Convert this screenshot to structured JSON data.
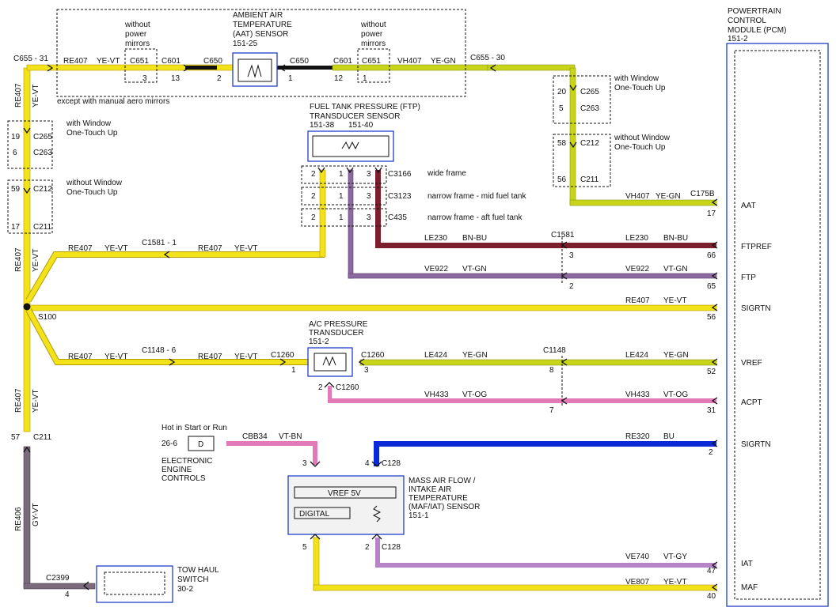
{
  "pcm": {
    "title1": "POWERTRAIN",
    "title2": "CONTROL",
    "title3": "MODULE (PCM)",
    "ref": "151-2"
  },
  "pcm_pins": {
    "aat": "AAT",
    "ftpref": "FTPREF",
    "ftp": "FTP",
    "sigrtn1": "SIGRTN",
    "vref": "VREF",
    "acpt": "ACPT",
    "sigrtn2": "SIGRTN",
    "iat": "IAT",
    "maf": "MAF",
    "n17": "17",
    "n66": "66",
    "n65": "65",
    "n56": "56",
    "n52": "52",
    "n31": "31",
    "n2": "2",
    "n47": "47",
    "n40": "40"
  },
  "aat": {
    "l1": "AMBIENT AIR",
    "l2": "TEMPERATURE",
    "l3": "(AAT) SENSOR",
    "ref": "151-25"
  },
  "mirrors": {
    "left1": "without",
    "left2": "power",
    "left3": "mirrors",
    "right1": "without",
    "right2": "power",
    "right3": "mirrors",
    "except": "except with manual aero mirrors"
  },
  "top_wire": {
    "c655_31": "C655 - 31",
    "re407": "RE407",
    "yevt": "YE-VT",
    "c651a": "C651",
    "c601a": "C601",
    "c650a": "C650",
    "c650b": "C650",
    "c601b": "C601",
    "c651b": "C651",
    "vh407": "VH407",
    "yegn": "YE-GN",
    "c655_30": "C655 - 30",
    "p3": "3",
    "p13": "13",
    "p2": "2",
    "p1": "1",
    "p12": "12",
    "p1b": "1"
  },
  "left_col": {
    "re407a": "RE407",
    "yevta": "YE-VT",
    "wwin1": "with Window",
    "wwin2": "One-Touch Up",
    "p19": "19",
    "c265": "C265",
    "p6": "6",
    "c263": "C263",
    "wowin1": "without Window",
    "wowin2": "One-Touch Up",
    "p59": "59",
    "c212": "C212",
    "p17": "17",
    "c211": "C211",
    "re407b": "RE407",
    "yevtb": "YE-VT",
    "s100": "S100",
    "re407c": "RE407",
    "yevtc": "YE-VT",
    "p57": "57",
    "c211b": "C211",
    "re406": "RE406",
    "gyvt": "GY-VT"
  },
  "right_col": {
    "wwin1": "with Window",
    "wwin2": "One-Touch Up",
    "p20": "20",
    "c265": "C265",
    "p5": "5",
    "c263": "C263",
    "wowin1": "without Window",
    "wowin2": "One-Touch Up",
    "p58": "58",
    "c212": "C212",
    "p56": "56",
    "c211": "C211",
    "vh407": "VH407",
    "yegn": "YE-GN",
    "c175b": "C175B"
  },
  "ftp": {
    "l1": "FUEL TANK PRESSURE (FTP)",
    "l2": "TRANSDUCER SENSOR",
    "ref1": "151-38",
    "ref2": "151-40",
    "c3166": "C3166",
    "wide": "wide frame",
    "c3123": "C3123",
    "mid": "narrow frame - mid fuel tank",
    "c435": "C435",
    "aft": "narrow frame - aft fuel tank",
    "p2": "2",
    "p1": "1",
    "p3": "3"
  },
  "wires": {
    "re407_1581": "RE407",
    "yevt_1581": "YE-VT",
    "c1581_1": "C1581 - 1",
    "re407_1581b": "RE407",
    "yevt_1581b": "YE-VT",
    "le230a": "LE230",
    "bnbua": "BN-BU",
    "c1581": "C1581",
    "le230b": "LE230",
    "bnbub": "BN-BU",
    "p3": "3",
    "ve922a": "VE922",
    "vtgna": "VT-GN",
    "ve922b": "VE922",
    "vtgnb": "VT-GN",
    "p2": "2",
    "re407_sig": "RE407",
    "yevt_sig": "YE-VT",
    "re407_1148": "RE407",
    "yevt_1148": "YE-VT",
    "c1148_6": "C1148 - 6",
    "re407_1148b": "RE407",
    "yevt_1148b": "YE-VT",
    "c1260": "C1260",
    "p1": "1",
    "c1260b": "C1260",
    "p3b": "3",
    "le424a": "LE424",
    "yegna": "YE-GN",
    "c1148": "C1148",
    "p8": "8",
    "le424b": "LE424",
    "yegnb": "YE-GN",
    "p2b": "2",
    "c1260c": "C1260",
    "vh433a": "VH433",
    "vtoga": "VT-OG",
    "p7": "7",
    "vh433b": "VH433",
    "vtogb": "VT-OG",
    "re320": "RE320",
    "bu": "BU",
    "ve740": "VE740",
    "vtgy": "VT-GY",
    "ve807": "VE807",
    "yevt_maf": "YE-VT"
  },
  "ac": {
    "l1": "A/C PRESSURE",
    "l2": "TRANSDUCER",
    "ref": "151-2"
  },
  "eec": {
    "hot": "Hot in Start or Run",
    "ref": "26-6",
    "d": "D",
    "cbb34": "CBB34",
    "vtbn": "VT-BN",
    "l1": "ELECTRONIC",
    "l2": "ENGINE",
    "l3": "CONTROLS"
  },
  "maf": {
    "l1": "MASS AIR FLOW /",
    "l2": "INTAKE AIR",
    "l3": "TEMPERATURE",
    "l4": "(MAF/IAT) SENSOR",
    "ref": "151-1",
    "vref": "VREF 5V",
    "digital": "DIGITAL",
    "p3": "3",
    "p4": "4",
    "c128a": "C128",
    "p5": "5",
    "p2": "2",
    "c128b": "C128"
  },
  "tow": {
    "l1": "TOW HAUL",
    "l2": "SWITCH",
    "ref": "30-2",
    "c2399": "C2399",
    "p4": "4"
  },
  "colors": {
    "yellow": "#f2e21a",
    "yellow_dark": "#b59a00",
    "brown": "#7a1f2b",
    "violet": "#8b6aa0",
    "pink": "#e37ab8",
    "blue": "#0a2ad8",
    "gray": "#7a6a7c",
    "box_blue": "#2a3fc8"
  }
}
